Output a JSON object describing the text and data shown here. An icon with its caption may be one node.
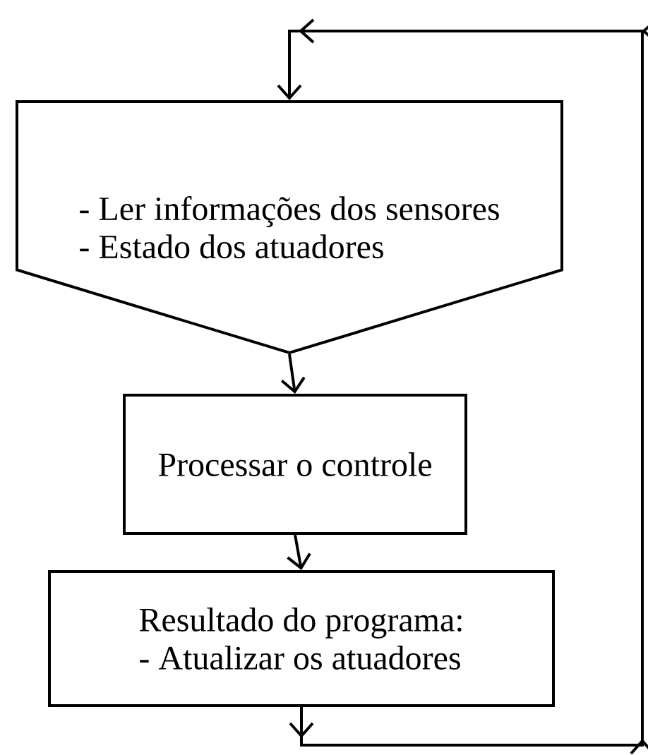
{
  "diagram": {
    "nodes": [
      {
        "text": [
          "- Ler informações dos sensores",
          "- Estado dos atuadores"
        ]
      },
      {
        "text": [
          "Processar o controle"
        ]
      },
      {
        "text": [
          "Resultado do programa:",
          "- Atualizar os atuadores"
        ]
      }
    ],
    "edges": [
      {
        "from": 0,
        "to": 1,
        "arrow": "to"
      },
      {
        "from": 1,
        "to": 2,
        "arrow": "to"
      },
      {
        "from": 2,
        "to": 0,
        "arrow": "to"
      }
    ]
  }
}
